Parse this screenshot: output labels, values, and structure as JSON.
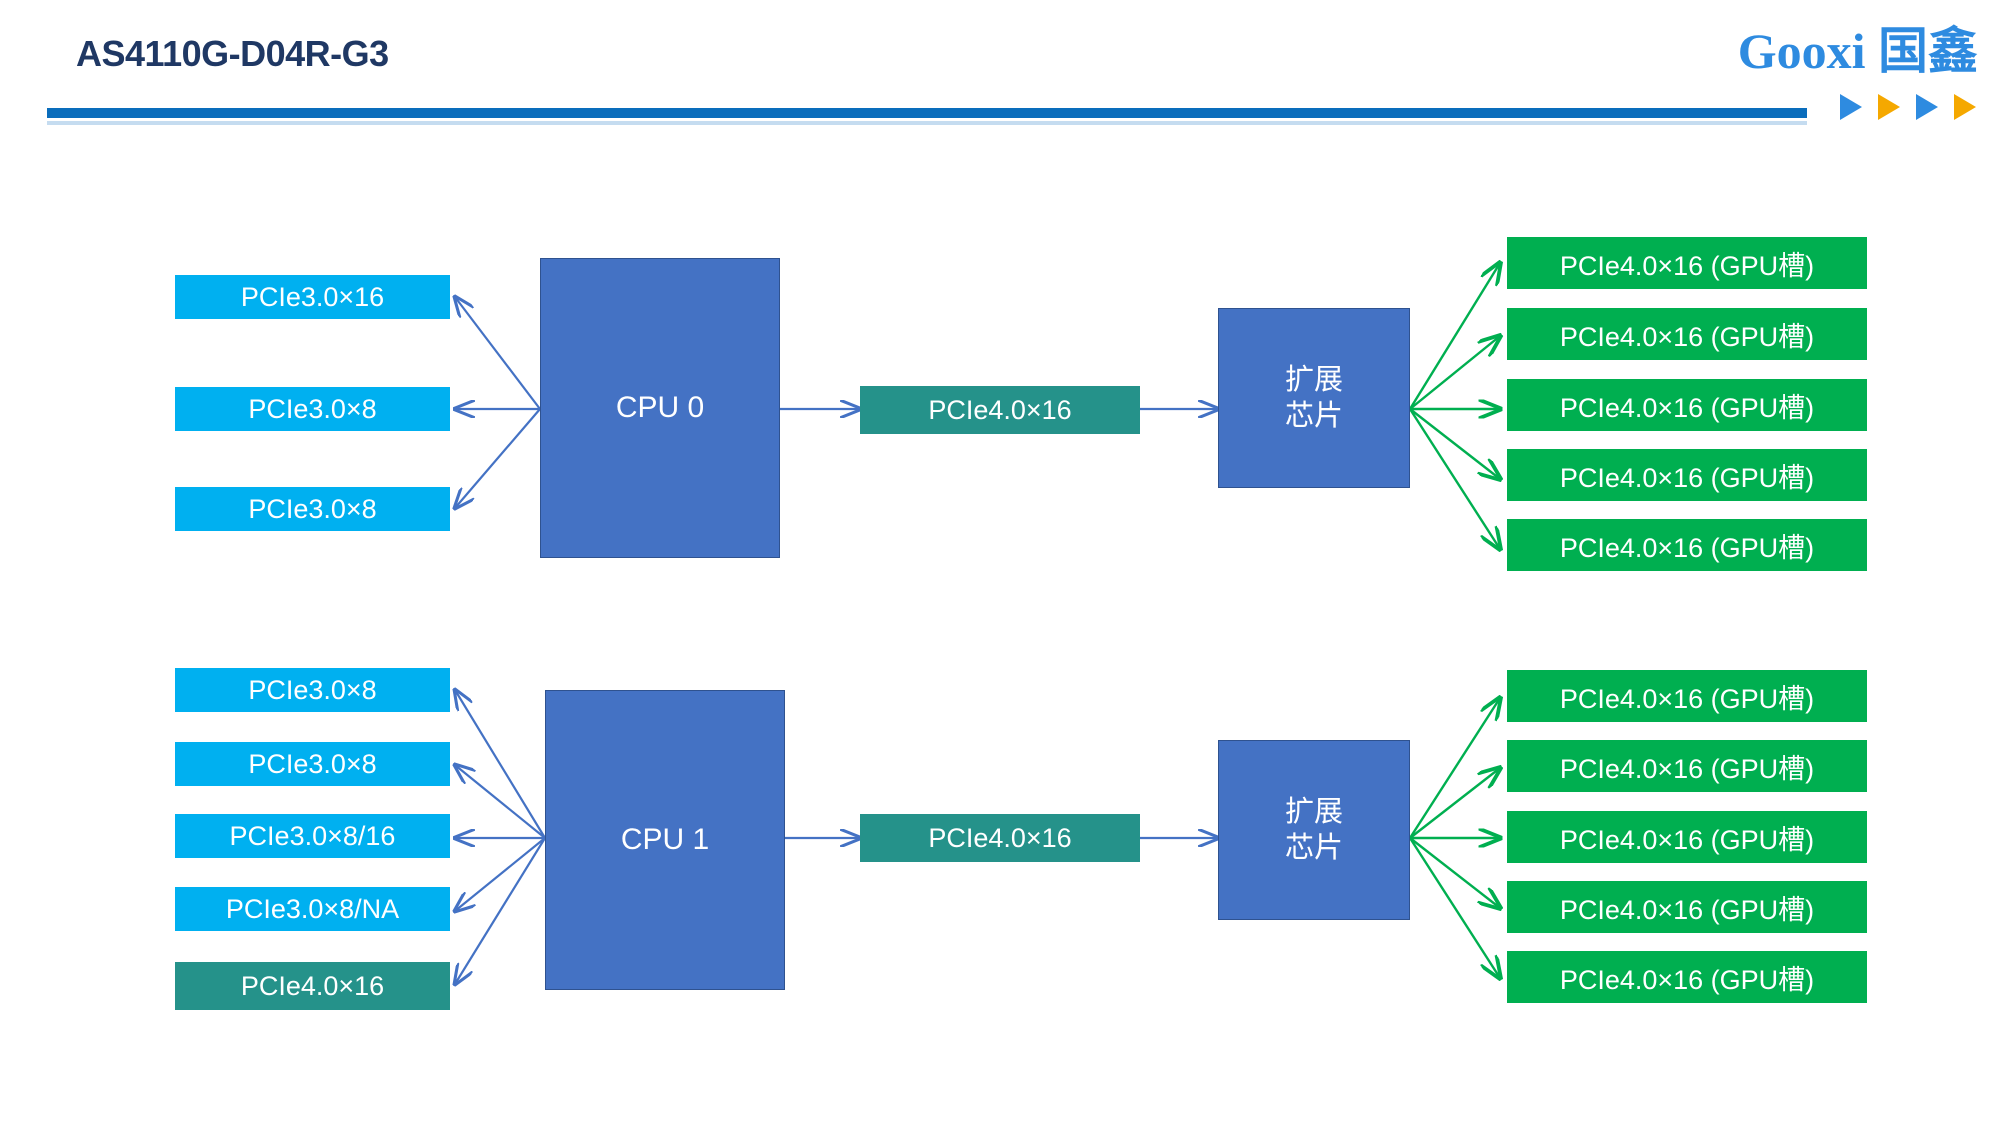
{
  "header": {
    "title": "AS4110G-D04R-G3",
    "logo_text": "Gooxi 国鑫",
    "logo_arrow_colors": [
      "#2E8BE0",
      "#F5A800",
      "#2E8BE0",
      "#F5A800"
    ],
    "rule_color": "#0A6DBC"
  },
  "palette": {
    "cyan_slot": "#00B0F0",
    "teal_slot": "#25928A",
    "green_gpu": "#00AF50",
    "cpu_blue": "#4472C4",
    "blue_arrow": "#4472C4",
    "green_arrow": "#00AF50",
    "title_navy": "#1F3864"
  },
  "diagram": {
    "type": "block-diagram",
    "cpu0": {
      "label": "CPU 0",
      "left_slots": [
        {
          "label": "PCIe3.0×16",
          "kind": "pcie3"
        },
        {
          "label": "PCIe3.0×8",
          "kind": "pcie3"
        },
        {
          "label": "PCIe3.0×8",
          "kind": "pcie3"
        }
      ],
      "uplink": {
        "label": "PCIe4.0×16",
        "kind": "pcie4"
      },
      "chip": {
        "label_line1": "扩展",
        "label_line2": "芯片"
      },
      "gpu_slots": [
        {
          "label": "PCIe4.0×16 (GPU槽)"
        },
        {
          "label": "PCIe4.0×16 (GPU槽)"
        },
        {
          "label": "PCIe4.0×16 (GPU槽)"
        },
        {
          "label": "PCIe4.0×16 (GPU槽)"
        },
        {
          "label": "PCIe4.0×16 (GPU槽)"
        }
      ]
    },
    "cpu1": {
      "label": "CPU 1",
      "left_slots": [
        {
          "label": "PCIe3.0×8",
          "kind": "pcie3"
        },
        {
          "label": "PCIe3.0×8",
          "kind": "pcie3"
        },
        {
          "label": "PCIe3.0×8/16",
          "kind": "pcie3"
        },
        {
          "label": "PCIe3.0×8/NA",
          "kind": "pcie3"
        },
        {
          "label": "PCIe4.0×16",
          "kind": "pcie4"
        }
      ],
      "uplink": {
        "label": "PCIe4.0×16",
        "kind": "pcie4"
      },
      "chip": {
        "label_line1": "扩展",
        "label_line2": "芯片"
      },
      "gpu_slots": [
        {
          "label": "PCIe4.0×16 (GPU槽)"
        },
        {
          "label": "PCIe4.0×16 (GPU槽)"
        },
        {
          "label": "PCIe4.0×16 (GPU槽)"
        },
        {
          "label": "PCIe4.0×16 (GPU槽)"
        },
        {
          "label": "PCIe4.0×16 (GPU槽)"
        }
      ]
    }
  }
}
